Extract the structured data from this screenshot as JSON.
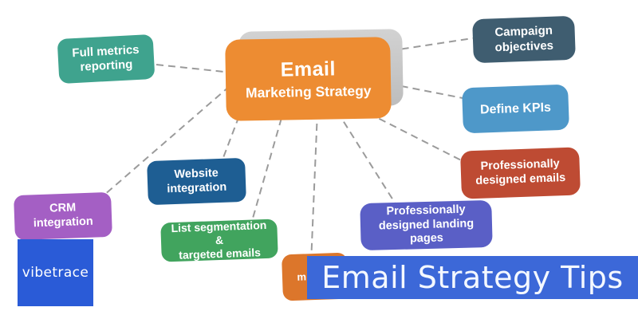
{
  "central": {
    "line1": "Email",
    "line2": "Marketing Strategy",
    "color": "#ED8C32",
    "shadow_color": "#C6C6C6"
  },
  "nodes": [
    {
      "label": "Full metrics\nreporting",
      "color": "#3FA38E"
    },
    {
      "label": "Campaign\nobjectives",
      "color": "#3F5D70"
    },
    {
      "label": "Define KPIs",
      "color": "#4E98C9"
    },
    {
      "label": "Professionally\ndesigned emails",
      "color": "#BE4B33"
    },
    {
      "label": "Professionally\ndesigned landing pages",
      "color": "#5A5FC6"
    },
    {
      "label": "Website\nintegration",
      "color": "#1E5E93"
    },
    {
      "label": "CRM\nintegration",
      "color": "#A45FC4"
    },
    {
      "label": "List segmentation &\ntargeted emails",
      "color": "#41A45E"
    },
    {
      "label": "m",
      "color": "#DC762B"
    }
  ],
  "banner": {
    "text": "Email Strategy Tips",
    "color": "#3C68D8"
  },
  "logo": {
    "text": "vibetrace",
    "color": "#2A5BD7"
  },
  "connector_color": "#9B9B9B"
}
